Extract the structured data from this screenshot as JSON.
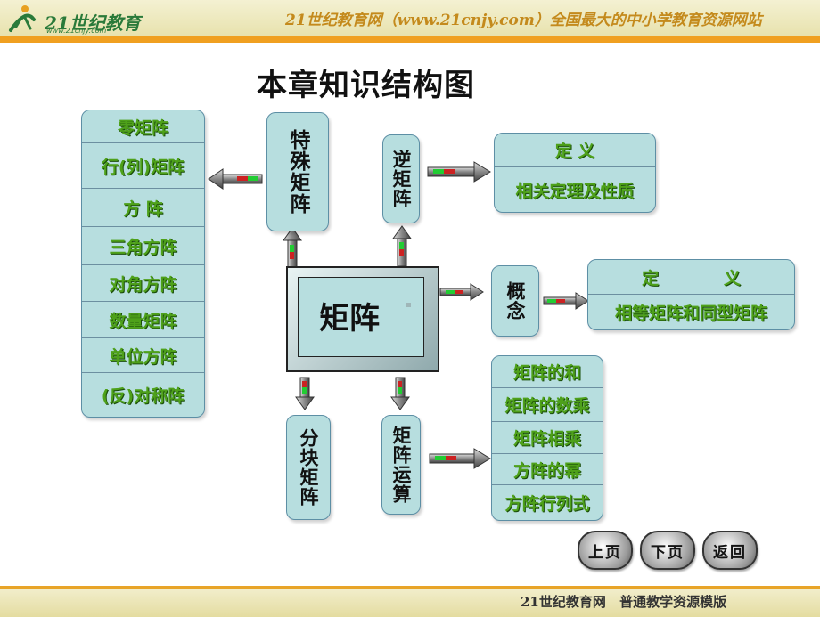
{
  "header": {
    "logo_text": "21世纪教育",
    "logo_sub": "www.21cnjy.com",
    "tagline": "21世纪教育网（www.21cnjy.com）全国最大的中小学教育资源网站"
  },
  "title": "本章知识结构图",
  "center": {
    "label": "矩阵"
  },
  "special_matrices": {
    "label": "特殊矩阵",
    "items": [
      "零矩阵",
      "行(列)矩阵",
      "方  阵",
      "三角方阵",
      "对角方阵",
      "数量矩阵",
      "单位方阵",
      "(反)对称阵"
    ]
  },
  "inverse_matrix": {
    "label": "逆矩阵",
    "items": [
      "定  义",
      "相关定理及性质"
    ]
  },
  "concept": {
    "label": "概念",
    "items": [
      "定           义",
      "相等矩阵和同型矩阵"
    ]
  },
  "block_matrix": {
    "label": "分块矩阵"
  },
  "operations": {
    "label": "矩阵运算",
    "items": [
      "矩阵的和",
      "矩阵的数乘",
      "矩阵相乘",
      "方阵的幂",
      "方阵行列式"
    ]
  },
  "nav": {
    "prev": "上页",
    "next": "下页",
    "back": "返回"
  },
  "footer": {
    "text": "21世纪教育网   普通教学资源模版"
  },
  "colors": {
    "box_fill": "#b7dedf",
    "box_border": "#5d8fa5",
    "item_text": "#4ea11a",
    "header_bar": "#f0a020",
    "arrow_green": "#22cc33",
    "arrow_red": "#cc2222"
  }
}
